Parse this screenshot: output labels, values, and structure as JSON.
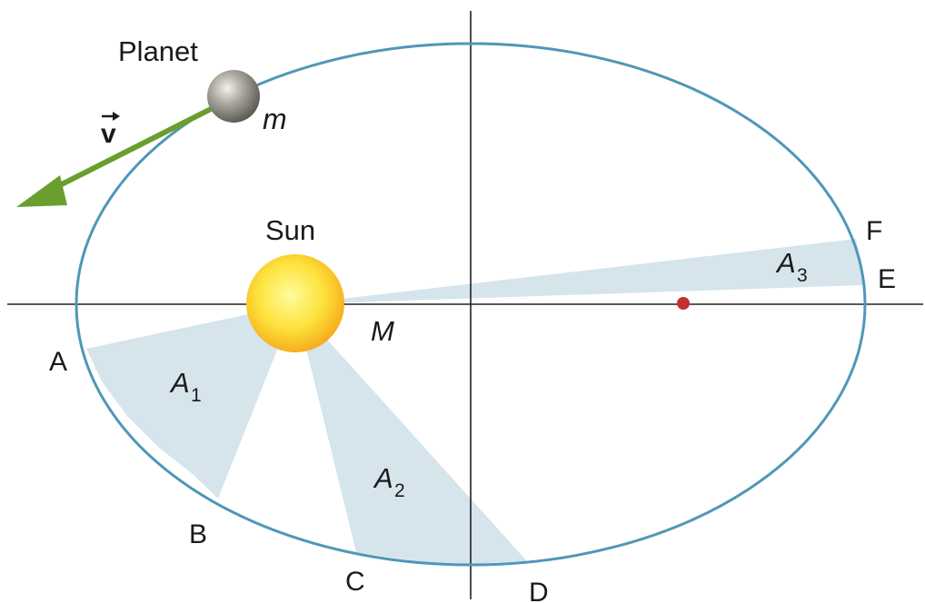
{
  "labels": {
    "planet": "Planet",
    "planet_mass": "m",
    "velocity": "v",
    "sun": "Sun",
    "sun_mass": "M",
    "point_a": "A",
    "point_b": "B",
    "point_c": "C",
    "point_d": "D",
    "point_e": "E",
    "point_f": "F",
    "area_1": {
      "symbol": "A",
      "sub": "1"
    },
    "area_2": {
      "symbol": "A",
      "sub": "2"
    },
    "area_3": {
      "symbol": "A",
      "sub": "3"
    }
  },
  "colors": {
    "orbit": "#4f97b8",
    "swept_area": "#d6e4ec",
    "sun_core": "#fff27a",
    "sun_edge": "#f7b219",
    "planet": "#8c8a80",
    "velocity_arrow": "#6a9e2f",
    "empty_focus": "#c62f2f",
    "axes": "#222222"
  }
}
